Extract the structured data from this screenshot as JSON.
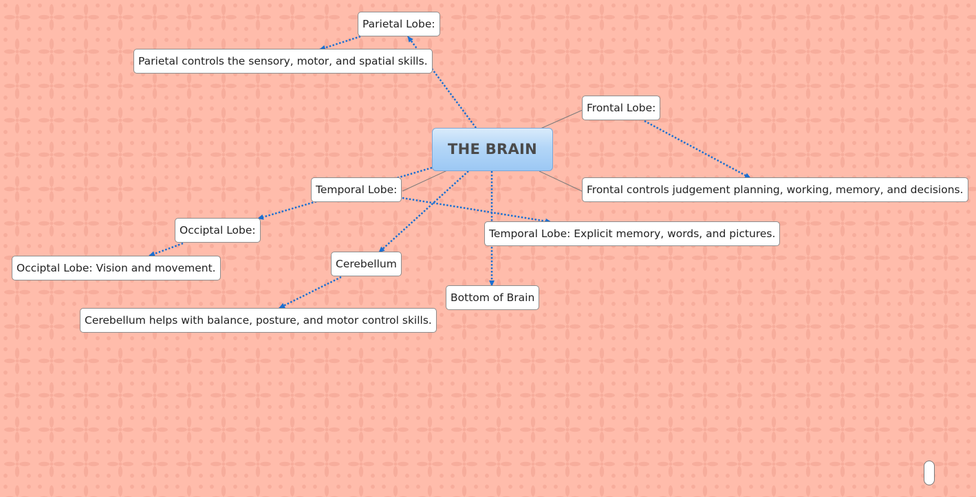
{
  "map": {
    "central_topic": "THE BRAIN",
    "nodes": {
      "parietal": "Parietal Lobe:",
      "parietal_detail": "Parietal controls the sensory, motor, and spatial skills.",
      "frontal": "Frontal Lobe:",
      "frontal_detail": "Frontal controls judgement planning, working, memory, and decisions.",
      "temporal": "Temporal Lobe:",
      "temporal_detail": "Temporal Lobe: Explicit memory, words, and pictures.",
      "occipital": "Occiptal Lobe:",
      "occipital_detail": "Occiptal Lobe: Vision and movement.",
      "cerebellum": "Cerebellum",
      "cerebellum_detail": "Cerebellum helps with balance, posture, and motor control skills.",
      "bottom": "Bottom of Brain"
    }
  },
  "colors": {
    "background": "#ffbcab",
    "pattern": "#f7ad9c",
    "relationship_line": "#1a6fd1",
    "branch_line": "#7a7a7a",
    "central_fill": "#b3d6f7"
  }
}
